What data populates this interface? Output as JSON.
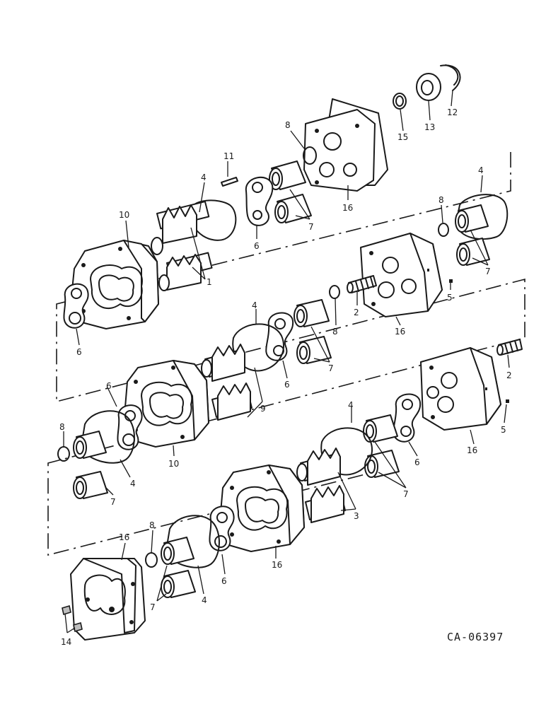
{
  "drawing_code": "CA-06397",
  "callouts": {
    "c1": "1",
    "c2a": "2",
    "c2b": "2",
    "c3": "3",
    "c4a": "4",
    "c4b": "4",
    "c4c": "4",
    "c4d": "4",
    "c4e": "4",
    "c4f": "4",
    "c5a": "5",
    "c5b": "5",
    "c6a": "6",
    "c6b": "6",
    "c6c": "6",
    "c6d": "6",
    "c6e": "6",
    "c6f": "6",
    "c7a": "7",
    "c7b": "7",
    "c7c": "7",
    "c7d": "7",
    "c7e": "7",
    "c7f": "7",
    "c8a": "8",
    "c8b": "8",
    "c8c": "8",
    "c8d": "8",
    "c8e": "8",
    "c9": "9",
    "c10a": "10",
    "c10b": "10",
    "c11": "11",
    "c12": "12",
    "c13": "13",
    "c14": "14",
    "c15": "15",
    "c16a": "16",
    "c16b": "16",
    "c16c": "16",
    "c16d": "16",
    "c16e": "16"
  }
}
